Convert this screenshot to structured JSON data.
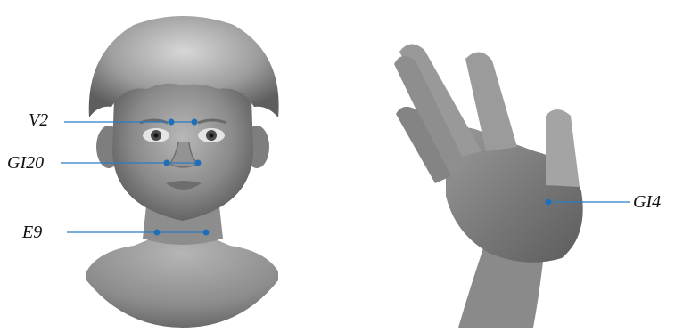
{
  "points": {
    "v2": "V2",
    "gi20": "GI20",
    "e9": "E9",
    "gi4": "GI4"
  },
  "colors": {
    "marker": "#1f6fb8",
    "line": "#2b7cc4"
  }
}
